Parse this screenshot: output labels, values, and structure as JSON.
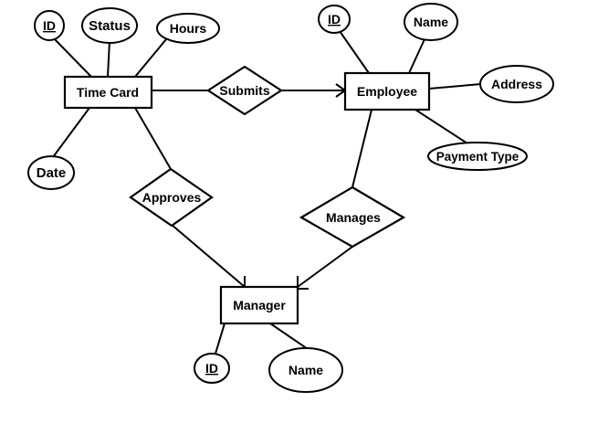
{
  "entities": {
    "time_card": "Time Card",
    "employee": "Employee",
    "manager": "Manager"
  },
  "relationships": {
    "submits": "Submits",
    "approves": "Approves",
    "manages": "Manages"
  },
  "attributes": {
    "time_card": {
      "id": "ID",
      "status": "Status",
      "hours": "Hours",
      "date": "Date"
    },
    "employee": {
      "id": "ID",
      "name": "Name",
      "address": "Address",
      "payment_type": "Payment Type"
    },
    "manager": {
      "id": "ID",
      "name": "Name"
    }
  },
  "primary_keys": [
    "attributes.time_card.id",
    "attributes.employee.id",
    "attributes.manager.id"
  ]
}
